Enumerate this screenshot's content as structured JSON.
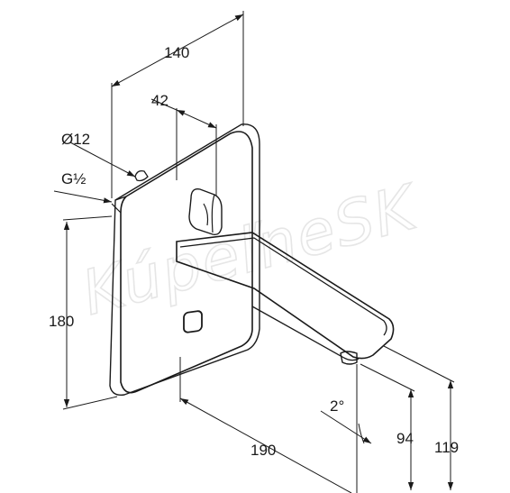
{
  "drawing": {
    "watermark": "KúpeľneSK",
    "dimensions": {
      "width_top": "140",
      "offset_top": "42",
      "diameter": "Ø12",
      "thread": "G½",
      "height_plate": "180",
      "projection": "190",
      "angle": "2°",
      "height_outlet": "94",
      "height_total": "119"
    }
  }
}
